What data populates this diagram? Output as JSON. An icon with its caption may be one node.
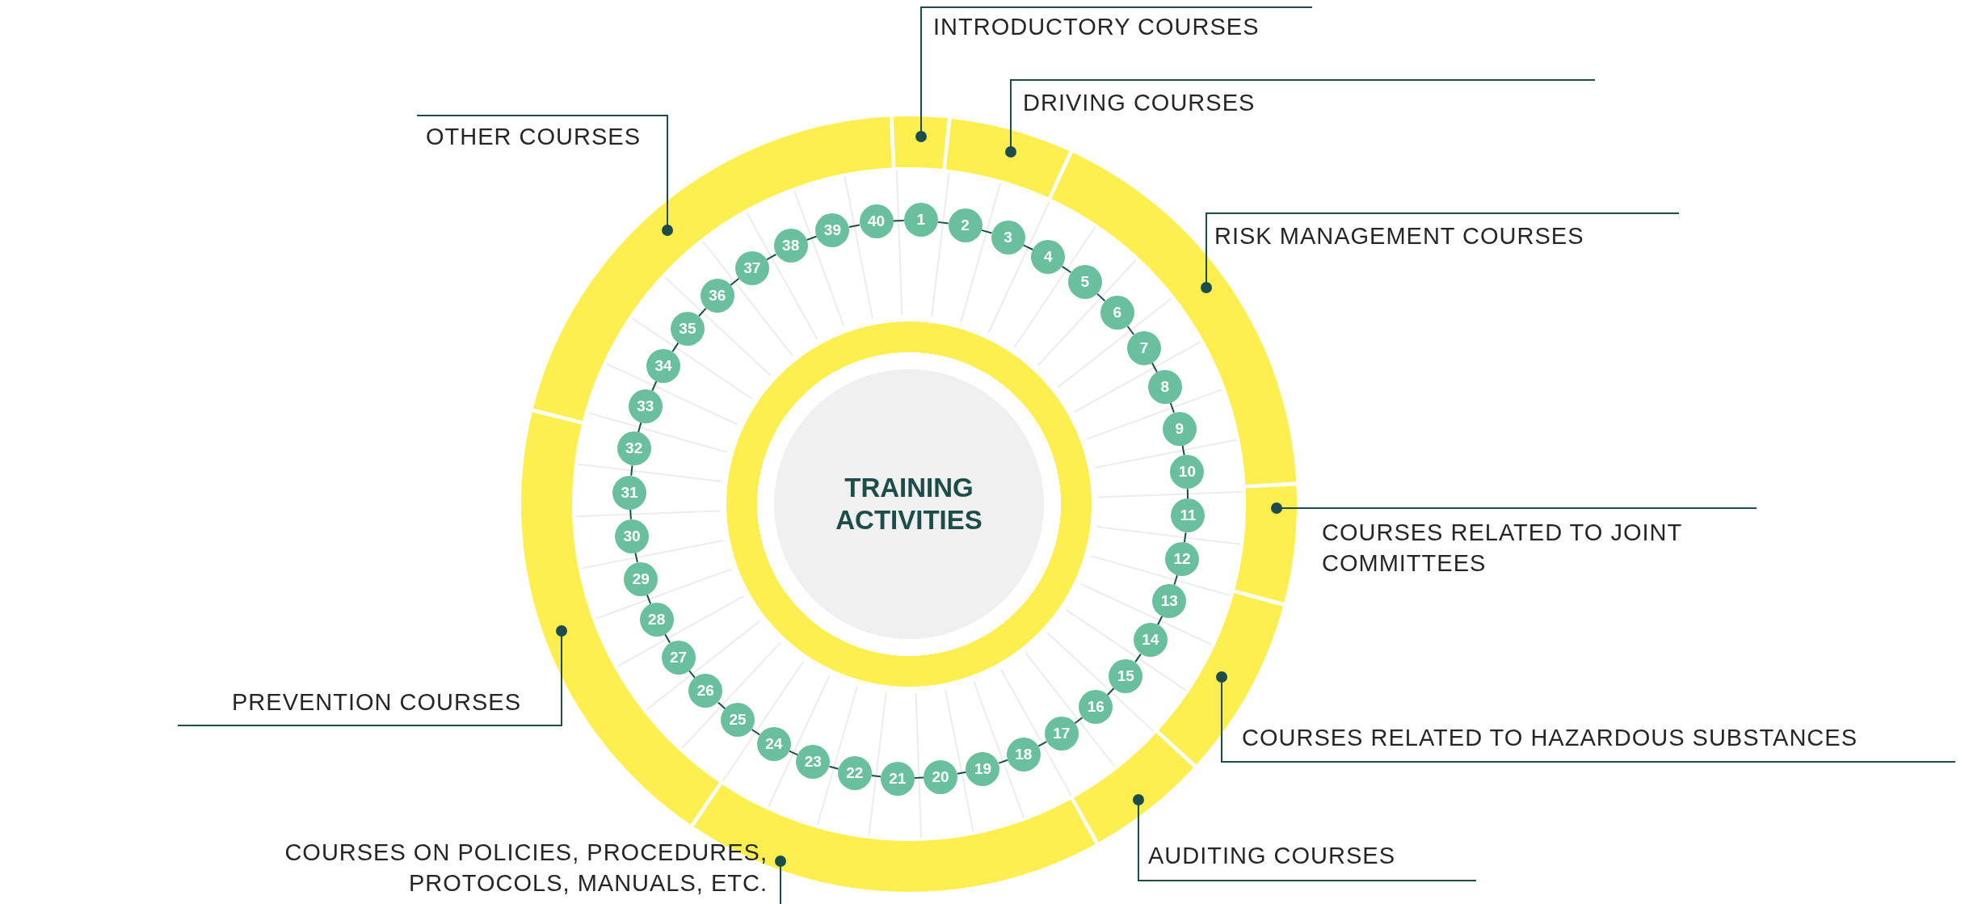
{
  "diagram": {
    "nodes": [
      {
        "text": [
          "TRAINING ACTIVITIES"
        ]
      },
      {
        "text": [
          "INTRODUCTORY COURSES"
        ]
      },
      {
        "text": [
          "DRIVING COURSES"
        ]
      },
      {
        "text": [
          "RISK MANAGEMENT COURSES"
        ]
      },
      {
        "text": [
          "COURSES RELATED TO JOINT COMMITTEES"
        ]
      },
      {
        "text": [
          "COURSES RELATED TO HAZARDOUS SUBSTANCES"
        ]
      },
      {
        "text": [
          "AUDITING COURSES"
        ]
      },
      {
        "text": [
          "COURSES ON POLICIES, PROCEDURES, PROTOCOLS, MANUALS, ETC."
        ]
      },
      {
        "text": [
          "PREVENTION COURSES"
        ]
      },
      {
        "text": [
          "OTHER COURSES"
        ]
      },
      {
        "text": [],
        "shape": "arc"
      },
      {
        "text": [],
        "shape": "arc"
      },
      {
        "text": [],
        "shape": "arc"
      },
      {
        "text": [],
        "shape": "arc"
      },
      {
        "text": [],
        "shape": "arc"
      },
      {
        "text": [],
        "shape": "arc"
      },
      {
        "text": [],
        "shape": "arc"
      },
      {
        "text": [],
        "shape": "arc"
      },
      {
        "text": [],
        "shape": "arc"
      },
      {
        "text": [
          "1"
        ]
      },
      {
        "text": [
          "2"
        ]
      },
      {
        "text": [
          "3"
        ]
      },
      {
        "text": [
          "4"
        ]
      },
      {
        "text": [
          "5"
        ]
      },
      {
        "text": [
          "6"
        ]
      },
      {
        "text": [
          "7"
        ]
      },
      {
        "text": [
          "8"
        ]
      },
      {
        "text": [
          "9"
        ]
      },
      {
        "text": [
          "10"
        ]
      },
      {
        "text": [
          "11"
        ]
      },
      {
        "text": [
          "12"
        ]
      },
      {
        "text": [
          "13"
        ]
      },
      {
        "text": [
          "14"
        ]
      },
      {
        "text": [
          "15"
        ]
      },
      {
        "text": [
          "16"
        ]
      },
      {
        "text": [
          "17"
        ]
      },
      {
        "text": [
          "18"
        ]
      },
      {
        "text": [
          "19"
        ]
      },
      {
        "text": [
          "20"
        ]
      },
      {
        "text": [
          "21"
        ]
      },
      {
        "text": [
          "22"
        ]
      },
      {
        "text": [
          "23"
        ]
      },
      {
        "text": [
          "24"
        ]
      },
      {
        "text": [
          "25"
        ]
      },
      {
        "text": [
          "26"
        ]
      },
      {
        "text": [
          "27"
        ]
      },
      {
        "text": [
          "28"
        ]
      },
      {
        "text": [
          "29"
        ]
      },
      {
        "text": [
          "30"
        ]
      },
      {
        "text": [
          "31"
        ]
      },
      {
        "text": [
          "32"
        ]
      },
      {
        "text": [
          "33"
        ]
      },
      {
        "text": [
          "34"
        ]
      },
      {
        "text": [
          "35"
        ]
      },
      {
        "text": [
          "36"
        ]
      },
      {
        "text": [
          "37"
        ]
      },
      {
        "text": [
          "38"
        ]
      },
      {
        "text": [
          "39"
        ]
      },
      {
        "text": [
          "40"
        ]
      }
    ],
    "edges": [
      {
        "from": 1,
        "to": 10,
        "arrow": "other"
      },
      {
        "from": 2,
        "to": 11,
        "arrow": "other"
      },
      {
        "from": 3,
        "to": 12,
        "arrow": "other"
      },
      {
        "from": 4,
        "to": 13,
        "arrow": "other"
      },
      {
        "from": 5,
        "to": 14,
        "arrow": "other"
      },
      {
        "from": 6,
        "to": 15,
        "arrow": "other"
      },
      {
        "from": 7,
        "to": 16,
        "arrow": "other"
      },
      {
        "from": 8,
        "to": 17,
        "arrow": "other"
      },
      {
        "from": 9,
        "to": 18,
        "arrow": "other"
      },
      {
        "from": 19,
        "to": 20,
        "arrow": "none"
      },
      {
        "from": 20,
        "to": 21,
        "arrow": "none"
      },
      {
        "from": 21,
        "to": 22,
        "arrow": "none"
      },
      {
        "from": 22,
        "to": 23,
        "arrow": "none"
      },
      {
        "from": 23,
        "to": 24,
        "arrow": "none"
      },
      {
        "from": 24,
        "to": 25,
        "arrow": "none"
      },
      {
        "from": 25,
        "to": 26,
        "arrow": "none"
      },
      {
        "from": 26,
        "to": 27,
        "arrow": "none"
      },
      {
        "from": 27,
        "to": 28,
        "arrow": "none"
      },
      {
        "from": 28,
        "to": 29,
        "arrow": "none"
      },
      {
        "from": 29,
        "to": 30,
        "arrow": "none"
      },
      {
        "from": 30,
        "to": 31,
        "arrow": "none"
      },
      {
        "from": 31,
        "to": 32,
        "arrow": "none"
      },
      {
        "from": 32,
        "to": 33,
        "arrow": "none"
      },
      {
        "from": 33,
        "to": 34,
        "arrow": "none"
      },
      {
        "from": 34,
        "to": 35,
        "arrow": "none"
      },
      {
        "from": 35,
        "to": 36,
        "arrow": "none"
      },
      {
        "from": 36,
        "to": 37,
        "arrow": "none"
      },
      {
        "from": 37,
        "to": 38,
        "arrow": "none"
      },
      {
        "from": 38,
        "to": 39,
        "arrow": "none"
      },
      {
        "from": 39,
        "to": 40,
        "arrow": "none"
      },
      {
        "from": 40,
        "to": 41,
        "arrow": "none"
      },
      {
        "from": 41,
        "to": 42,
        "arrow": "none"
      },
      {
        "from": 42,
        "to": 43,
        "arrow": "none"
      },
      {
        "from": 43,
        "to": 44,
        "arrow": "none"
      },
      {
        "from": 44,
        "to": 45,
        "arrow": "none"
      },
      {
        "from": 45,
        "to": 46,
        "arrow": "none"
      },
      {
        "from": 46,
        "to": 47,
        "arrow": "none"
      },
      {
        "from": 47,
        "to": 48,
        "arrow": "none"
      },
      {
        "from": 48,
        "to": 49,
        "arrow": "none"
      },
      {
        "from": 49,
        "to": 50,
        "arrow": "none"
      },
      {
        "from": 50,
        "to": 51,
        "arrow": "none"
      },
      {
        "from": 51,
        "to": 52,
        "arrow": "none"
      },
      {
        "from": 52,
        "to": 53,
        "arrow": "none"
      },
      {
        "from": 53,
        "to": 54,
        "arrow": "none"
      },
      {
        "from": 54,
        "to": 55,
        "arrow": "none"
      },
      {
        "from": 55,
        "to": 56,
        "arrow": "none"
      },
      {
        "from": 56,
        "to": 57,
        "arrow": "none"
      },
      {
        "from": 57,
        "to": 58,
        "arrow": "none"
      },
      {
        "from": 58,
        "to": 19,
        "arrow": "none"
      }
    ]
  }
}
